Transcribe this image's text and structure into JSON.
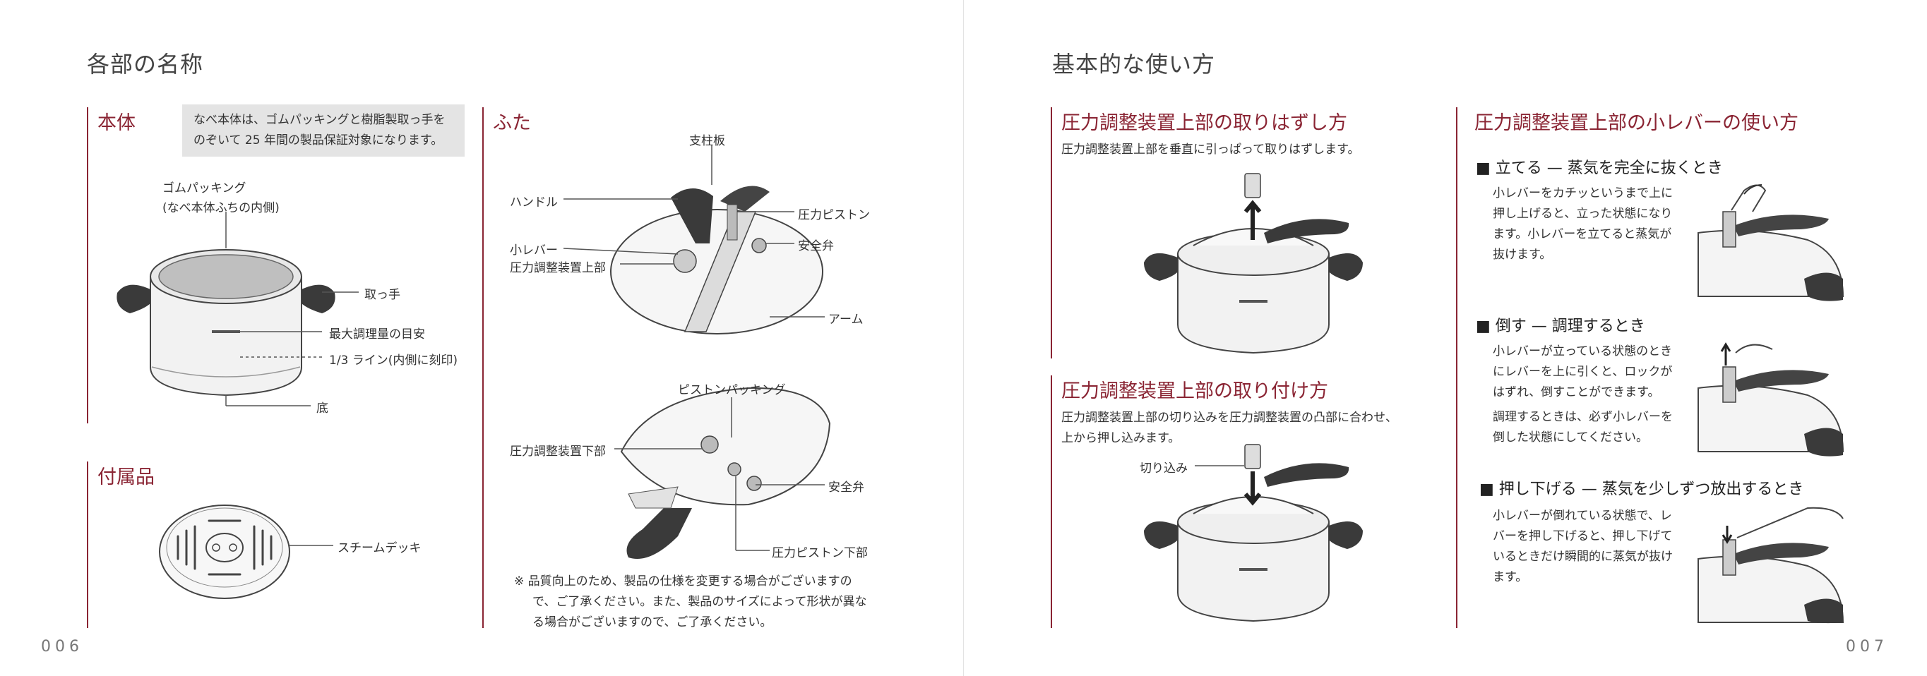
{
  "left": {
    "title": "各部の名称",
    "page_number": "006",
    "body": {
      "heading": "本体",
      "note_lines": [
        "なべ本体は、ゴムパッキングと樹脂製取っ手を",
        "のぞいて 25 年間の製品保証対象になります。"
      ],
      "labels": {
        "gasket_line1": "ゴムパッキング",
        "gasket_line2": "(なべ本体ふちの内側)",
        "handle": "取っ手",
        "max_level": "最大調理量の目安",
        "one_third": "1/3 ライン(内側に刻印)",
        "bottom": "底"
      }
    },
    "accessories": {
      "heading": "付属品",
      "steam_deck": "スチームデッキ"
    },
    "lid": {
      "heading": "ふた",
      "labels": {
        "support_plate": "支柱板",
        "handle": "ハンドル",
        "pressure_piston": "圧力ピストン",
        "safety_valve": "安全弁",
        "small_lever": "小レバー",
        "regulator_top": "圧力調整装置上部",
        "arm": "アーム",
        "piston_packing": "ピストンパッキング",
        "regulator_bottom": "圧力調整装置下部",
        "safety_valve_2": "安全弁",
        "piston_bottom": "圧力ピストン下部"
      },
      "footnote_lines": [
        "※ 品質向上のため、製品の仕様を変更する場合がございますの",
        "で、ご了承ください。また、製品のサイズによって形状が異な",
        "る場合がございますので、ご了承ください。"
      ]
    }
  },
  "right": {
    "title": "基本的な使い方",
    "page_number": "007",
    "remove": {
      "heading": "圧力調整装置上部の取りはずし方",
      "text": "圧力調整装置上部を垂直に引っぱって取りはずします。"
    },
    "attach": {
      "heading": "圧力調整装置上部の取り付け方",
      "text_lines": [
        "圧力調整装置上部の切り込みを圧力調整装置の凸部に合わせ、",
        "上から押し込みます。"
      ],
      "notch_label": "切り込み"
    },
    "lever": {
      "heading": "圧力調整装置上部の小レバーの使い方",
      "stand": {
        "title": "■ 立てる — 蒸気を完全に抜くとき",
        "lines": [
          "小レバーをカチッというまで上に",
          "押し上げると、立った状態になり",
          "ます。小レバーを立てると蒸気が",
          "抜けます。"
        ]
      },
      "lay": {
        "title": "■ 倒す — 調理するとき",
        "lines": [
          "小レバーが立っている状態のとき",
          "にレバーを上に引くと、ロックが",
          "はずれ、倒すことができます。"
        ],
        "lines2": [
          "調理するときは、必ず小レバーを",
          "倒した状態にしてください。"
        ]
      },
      "push": {
        "title": "■ 押し下げる — 蒸気を少しずつ放出するとき",
        "lines": [
          "小レバーが倒れている状態で、レ",
          "バーを押し下げると、押し下げて",
          "いるときだけ瞬間的に蒸気が抜け",
          "ます。"
        ]
      }
    }
  }
}
